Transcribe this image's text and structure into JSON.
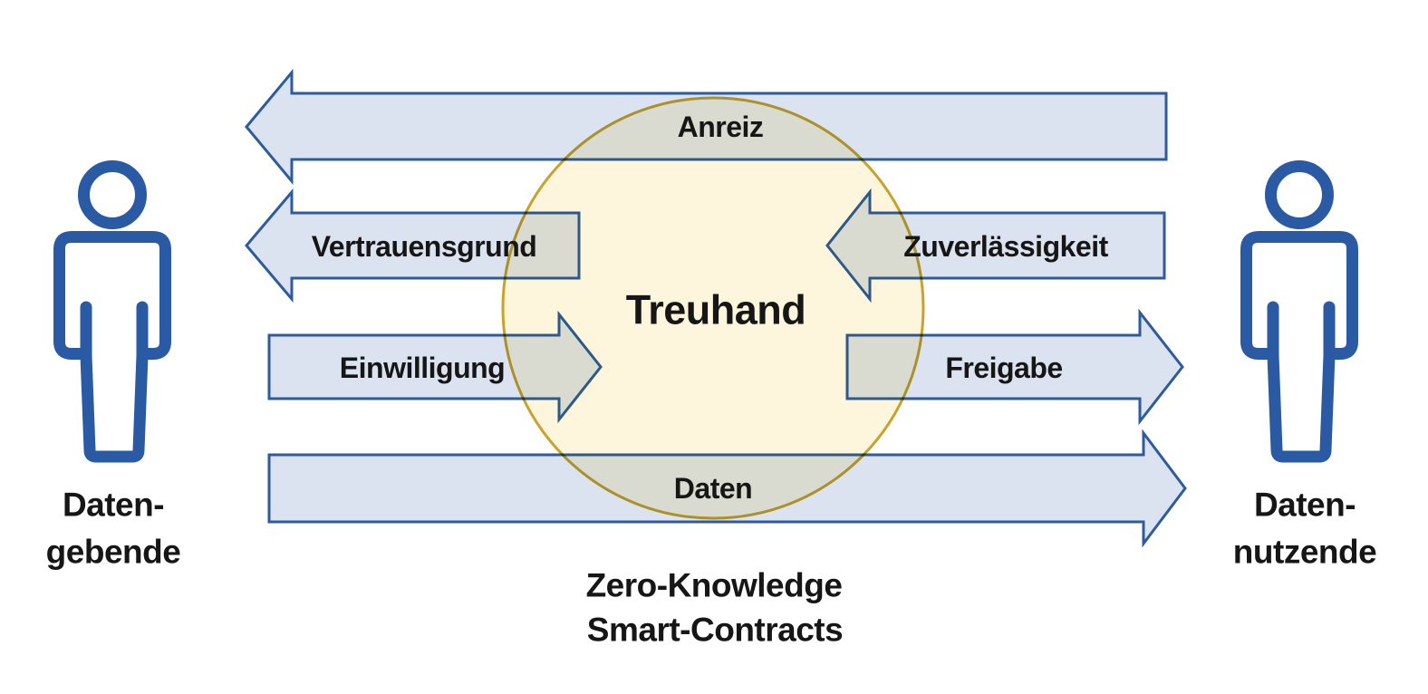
{
  "diagram": {
    "type": "trust-intermediary-flow-diagram",
    "center_entity": {
      "label": "Treuhand"
    },
    "caption": {
      "line1": "Zero-Knowledge",
      "line2": "Smart-Contracts"
    },
    "actors": {
      "left": {
        "line1": "Daten-",
        "line2": "gebende"
      },
      "right": {
        "line1": "Daten-",
        "line2": "nutzende"
      }
    },
    "flows": [
      {
        "label": "Anreiz",
        "direction": "right-to-left",
        "span": "full-width"
      },
      {
        "label": "Vertrauensgrund",
        "direction": "right-to-left",
        "span": "center-to-left"
      },
      {
        "label": "Zuverlässigkeit",
        "direction": "right-to-left",
        "span": "right-to-center"
      },
      {
        "label": "Einwilligung",
        "direction": "left-to-right",
        "span": "left-to-center"
      },
      {
        "label": "Freigabe",
        "direction": "left-to-right",
        "span": "center-to-right"
      },
      {
        "label": "Daten",
        "direction": "left-to-right",
        "span": "full-width"
      }
    ],
    "colors": {
      "arrow_fill": "#dbe3f0",
      "arrow_stroke": "#2e5b9c",
      "circle_fill": "#fdf6dd",
      "circle_stroke": "#c9a22c",
      "person": "#2b5aa5",
      "text": "#161616",
      "background": "#ffffff"
    }
  }
}
